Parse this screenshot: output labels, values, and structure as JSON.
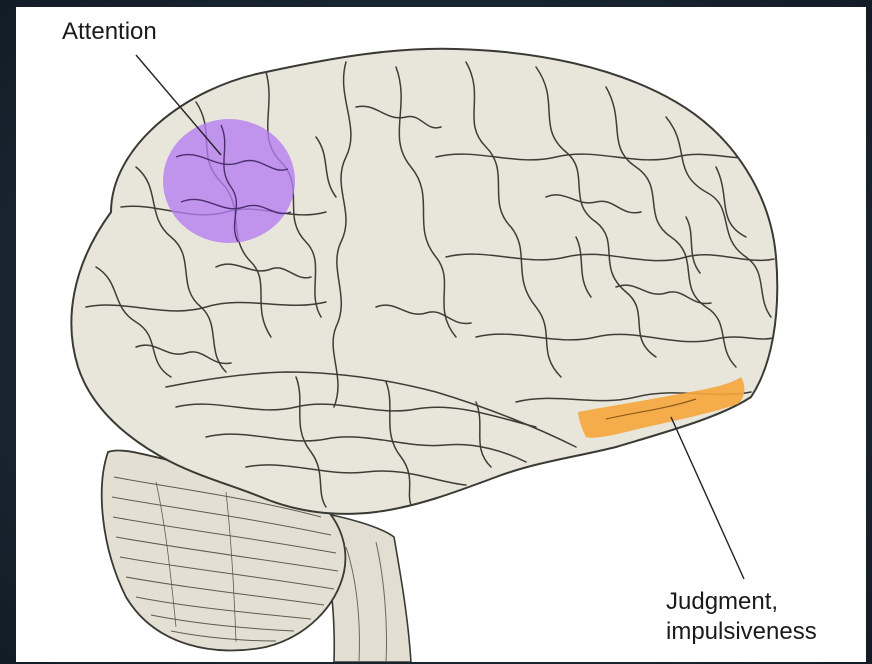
{
  "labels": {
    "attention": "Attention",
    "judgment_line1": "Judgment,",
    "judgment_line2": "impulsiveness"
  },
  "colors": {
    "background": "#1d2a36",
    "panel": "#ffffff",
    "brain_fill": "#e8e5da",
    "brain_stroke": "#3a3a35",
    "cerebellum_fill": "#e3dfd2",
    "attention_region": "#b57cf2",
    "judgment_region": "#f5a63a"
  },
  "icons": {
    "brain": "brain-illustration",
    "cerebellum": "cerebellum",
    "brainstem": "brainstem"
  }
}
